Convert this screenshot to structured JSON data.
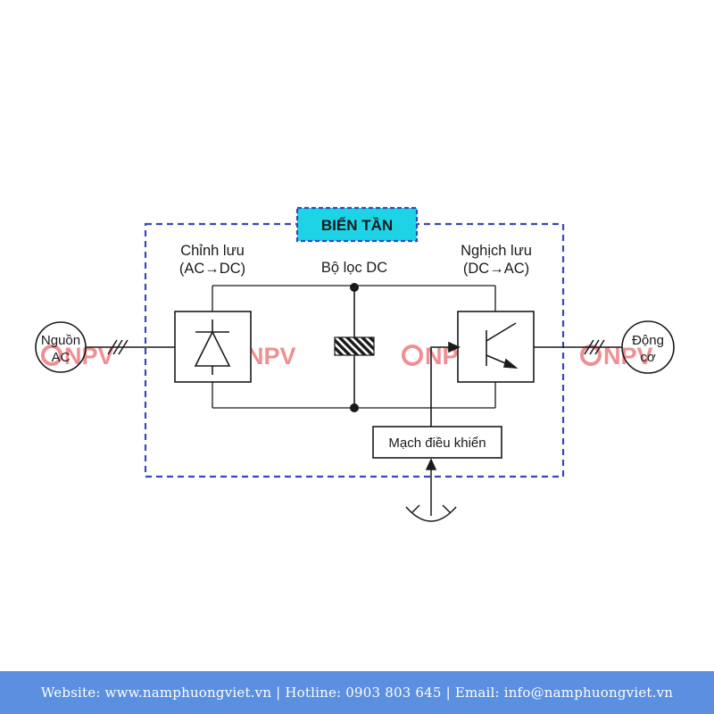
{
  "diagram": {
    "title": "BIẾN TẦN",
    "source": {
      "line1": "Nguồn",
      "line2": "AC"
    },
    "rectifier": {
      "line1": "Chỉnh lưu",
      "line2": "(AC→DC)"
    },
    "filter": {
      "label": "Bộ lọc DC"
    },
    "inverter": {
      "line1": "Nghịch lưu",
      "line2": "(DC→AC)"
    },
    "motor": {
      "line1": "Động",
      "line2": "cơ"
    },
    "control": {
      "label": "Mạch điều khiển"
    },
    "watermark": "NPV",
    "colors": {
      "title_bg": "#1fd3e6",
      "border_dashed": "#3b47b8",
      "line": "#1a1a1a",
      "watermark_red": "#e3343a",
      "watermark_blue": "#2b3a8f"
    }
  },
  "footer": {
    "text": "Website: www.namphuongviet.vn | Hotline: 0903 803 645 | Email: info@namphuongviet.vn"
  }
}
